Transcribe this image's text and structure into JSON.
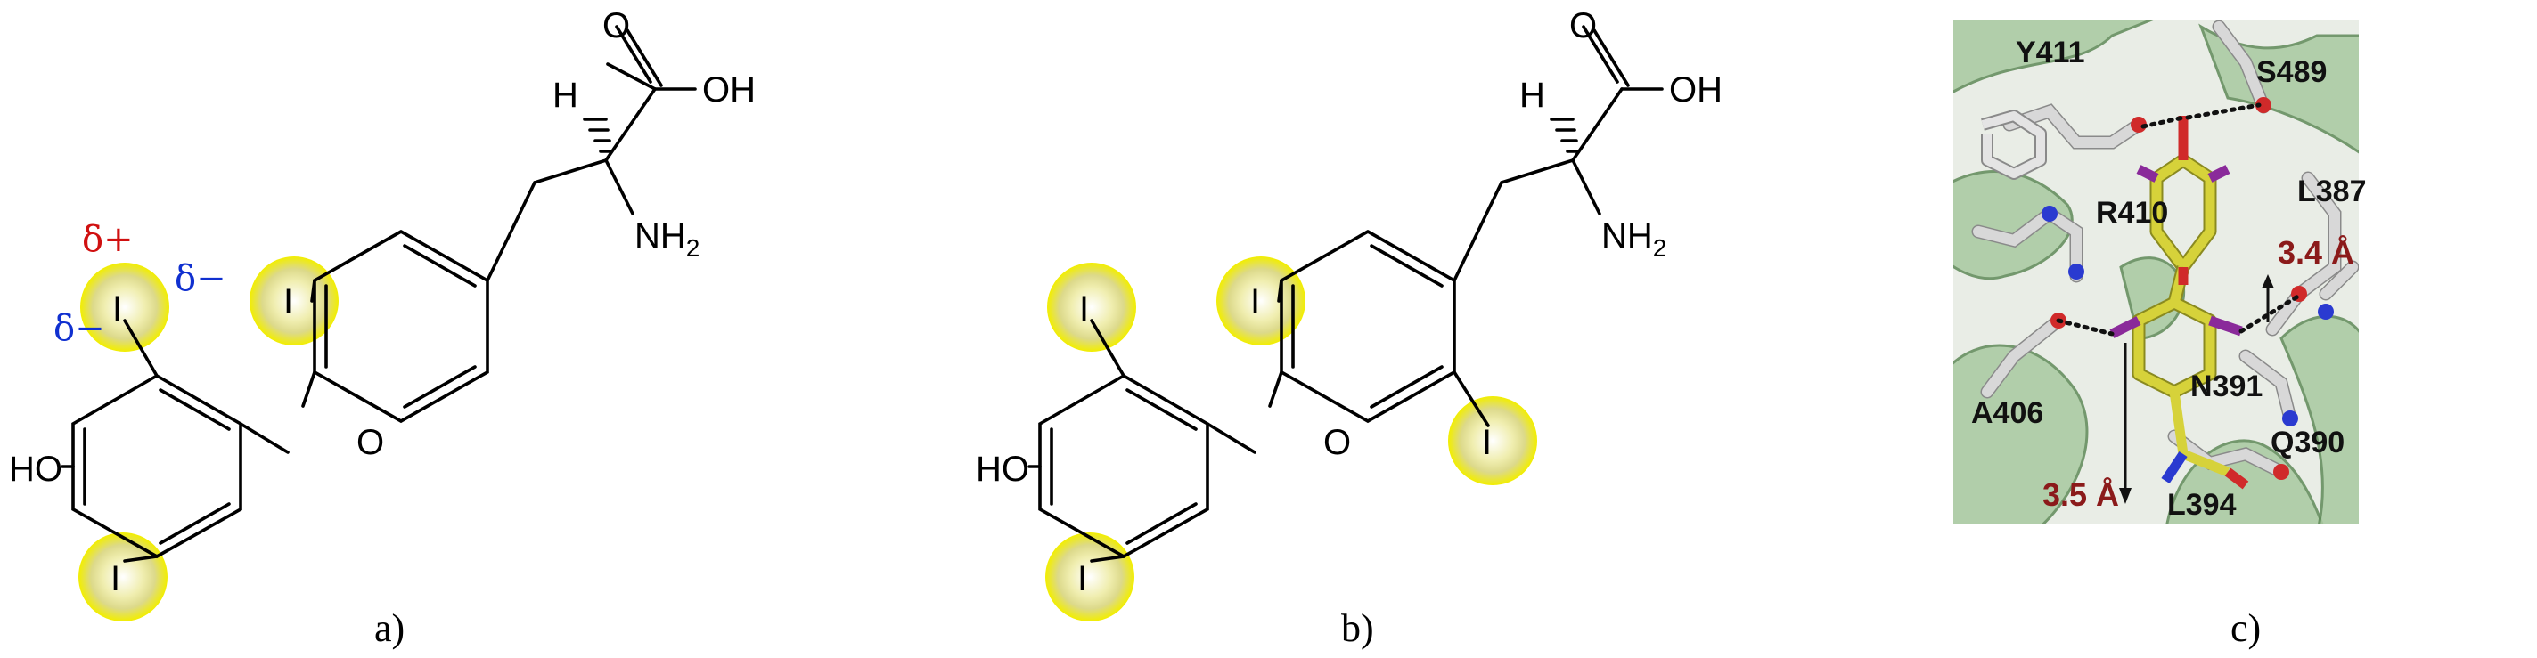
{
  "panels": {
    "a": {
      "caption": "a)",
      "labels": {
        "ho": "HO",
        "o_ether": "O",
        "i1": "I",
        "i2": "I",
        "i3": "I",
        "h": "H",
        "o_carbonyl": "O",
        "oh": "OH",
        "nh2": "NH",
        "nh2_sub": "2"
      },
      "charges": {
        "delta_plus": "δ+",
        "delta_minus_right": "δ−",
        "delta_minus_left": "δ−"
      }
    },
    "b": {
      "caption": "b)",
      "labels": {
        "ho": "HO",
        "o_ether": "O",
        "i1": "I",
        "i2": "I",
        "i3": "I",
        "i4": "I",
        "h": "H",
        "o_carbonyl": "O",
        "oh": "OH",
        "nh2": "NH",
        "nh2_sub": "2"
      }
    },
    "c": {
      "caption": "c)",
      "residues": [
        "Y411",
        "S489",
        "R410",
        "L387",
        "A406",
        "N391",
        "Q390",
        "L394"
      ],
      "distances": [
        "3.4 Å",
        "3.5 Å"
      ]
    }
  },
  "colors": {
    "halogen_glow": "#f2ee00",
    "delta_plus": "#d01010",
    "delta_minus": "#1030d0",
    "helix": "#a8c9a0",
    "ligand_carbon": "#d6d23a",
    "iodine": "#8a2a9a",
    "nitrogen": "#2a3ad0",
    "oxygen": "#d02a2a",
    "distance_text": "#8b1a1a"
  }
}
